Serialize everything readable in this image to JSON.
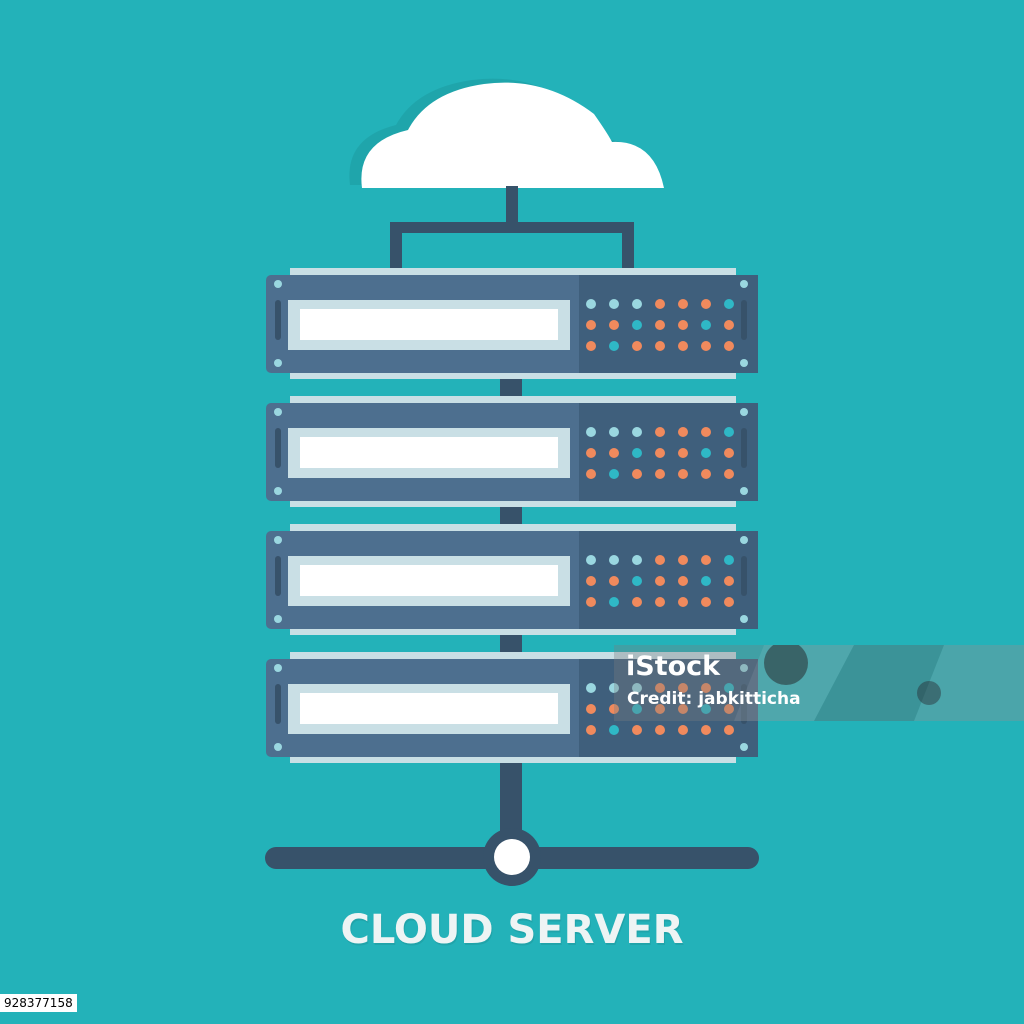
{
  "illustration": {
    "caption": "CLOUD SERVER",
    "subject": "cloud-server-rack",
    "server_unit_count": 4,
    "indicator_light_colors": [
      "#9ad7e0",
      "#f08a5d",
      "#2fb8c6"
    ]
  },
  "watermark": {
    "brand": "iStock",
    "credit": "Credit: jabkitticha"
  },
  "image_id": "928377158",
  "colors": {
    "background": "#23b2b9",
    "server_front": "#4d6f8f",
    "server_panel": "#3f5f7c",
    "server_trim": "#c9dfe5",
    "connector": "#37526a",
    "cloud": "#ffffff",
    "light_orange": "#f08a5d",
    "light_pale": "#9ad7e0",
    "light_teal": "#2fb8c6"
  }
}
